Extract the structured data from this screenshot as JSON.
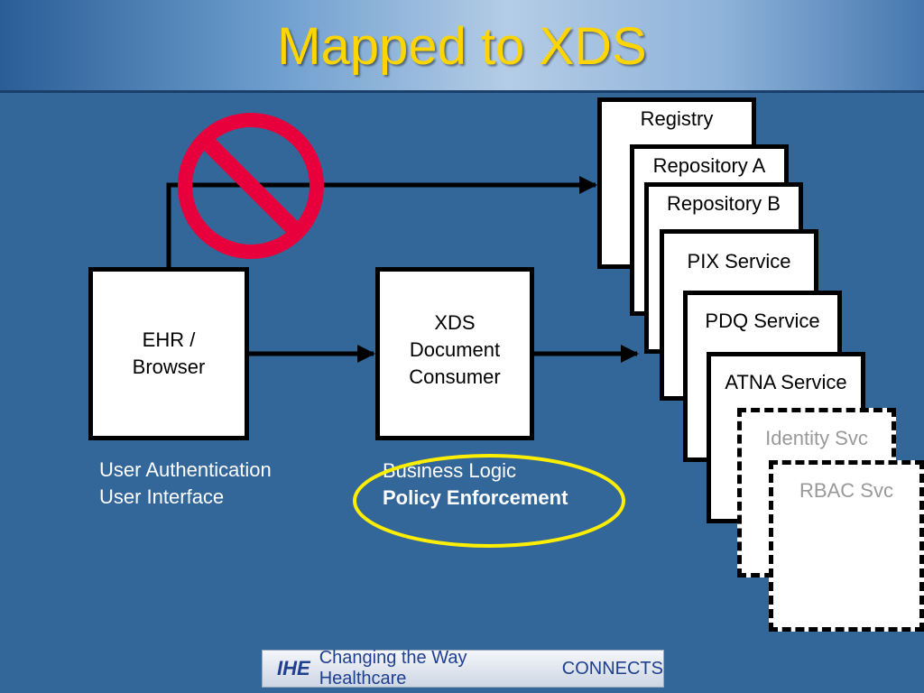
{
  "slide": {
    "title": "Mapped to XDS",
    "colors": {
      "background": "#336699",
      "title": "#ffd500",
      "prohibition": "#e8003d",
      "highlight": "#ffee00"
    }
  },
  "services": [
    {
      "label": "Registry"
    },
    {
      "label": "Repository A"
    },
    {
      "label": "Repository B"
    },
    {
      "label": "PIX Service"
    },
    {
      "label": "PDQ Service"
    },
    {
      "label": "ATNA Service"
    },
    {
      "label": "Identity Svc"
    },
    {
      "label": "RBAC Svc"
    }
  ],
  "ehr": {
    "line1": "EHR /",
    "line2": "Browser"
  },
  "xds": {
    "line1": "XDS",
    "line2": "Document",
    "line3": "Consumer"
  },
  "captions": {
    "ehr_line1": "User Authentication",
    "ehr_line2": "User Interface",
    "xds_line1": "Business Logic",
    "xds_line2": "Policy Enforcement"
  },
  "footer": {
    "logo": "IHE",
    "tagline": "Changing the Way Healthcare",
    "connects": "CONNECTS",
    "icon": "ihe-logo-icon"
  }
}
